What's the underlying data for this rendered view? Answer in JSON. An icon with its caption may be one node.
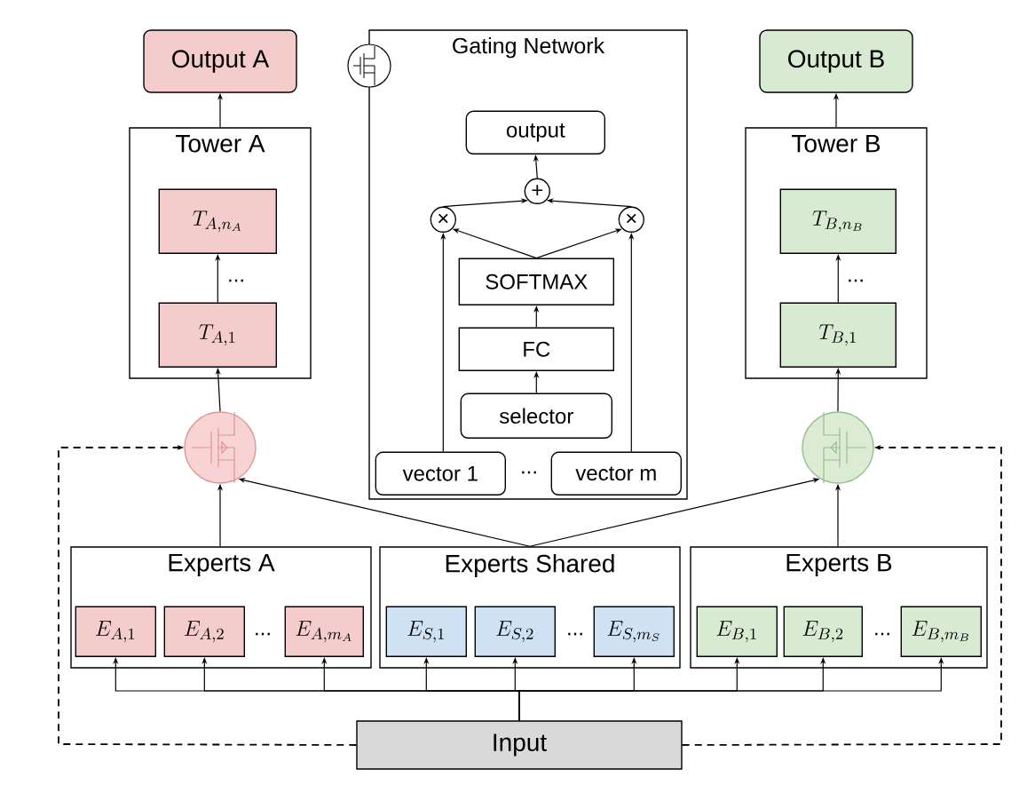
{
  "diagram": {
    "nodes": [
      {
        "text": [
          "Output A"
        ]
      },
      {
        "text": [
          "Tower A"
        ]
      },
      {
        "text": [
          "T_{A,n_A}"
        ],
        "in": 1
      },
      {
        "text": [
          "T_{A,1}"
        ],
        "in": 1
      },
      {
        "text": [],
        "shape": "circle"
      },
      {
        "text": [
          "Gating Network"
        ]
      },
      {
        "text": [
          "output"
        ],
        "in": 5
      },
      {
        "text": [
          "+"
        ],
        "in": 5
      },
      {
        "text": [
          "×"
        ],
        "in": 5
      },
      {
        "text": [
          "×"
        ],
        "in": 5
      },
      {
        "text": [
          "SOFTMAX"
        ],
        "in": 5
      },
      {
        "text": [
          "FC"
        ],
        "in": 5
      },
      {
        "text": [
          "selector"
        ],
        "in": 5
      },
      {
        "text": [
          "vector 1"
        ],
        "in": 5
      },
      {
        "text": [
          "vector m"
        ],
        "in": 5
      },
      {
        "text": [
          "Output B"
        ]
      },
      {
        "text": [
          "Tower B"
        ]
      },
      {
        "text": [
          "T_{B,n_B}"
        ],
        "in": 16
      },
      {
        "text": [
          "T_{B,1}"
        ],
        "in": 16
      },
      {
        "text": [],
        "shape": "circle"
      },
      {
        "text": [
          "Experts A"
        ]
      },
      {
        "text": [
          "E_{A,1}"
        ],
        "in": 20
      },
      {
        "text": [
          "E_{A,2}"
        ],
        "in": 20
      },
      {
        "text": [
          "E_{A,m_A}"
        ],
        "in": 20
      },
      {
        "text": [
          "Experts Shared"
        ]
      },
      {
        "text": [
          "E_{S,1}"
        ],
        "in": 24
      },
      {
        "text": [
          "E_{S,2}"
        ],
        "in": 24
      },
      {
        "text": [
          "E_{S,m_S}"
        ],
        "in": 24
      },
      {
        "text": [
          "Experts B"
        ]
      },
      {
        "text": [
          "E_{B,1}"
        ],
        "in": 28
      },
      {
        "text": [
          "E_{B,2}"
        ],
        "in": 28
      },
      {
        "text": [
          "E_{B,m_B}"
        ],
        "in": 28
      },
      {
        "text": [
          "Input"
        ]
      }
    ],
    "edges": [
      {
        "from": 1,
        "to": 0,
        "arrow": "to"
      },
      {
        "from": 3,
        "to": 2,
        "arrow": "to"
      },
      {
        "from": 4,
        "to": 3,
        "arrow": "to"
      },
      {
        "from": 20,
        "to": 4,
        "arrow": "to"
      },
      {
        "from": 24,
        "to": 4,
        "arrow": "to"
      },
      {
        "from": 32,
        "to": 4,
        "arrow": "to",
        "style": "dashed"
      },
      {
        "from": 7,
        "to": 6,
        "arrow": "to"
      },
      {
        "from": 8,
        "to": 7,
        "arrow": "to"
      },
      {
        "from": 9,
        "to": 7,
        "arrow": "to"
      },
      {
        "from": 10,
        "to": 8,
        "arrow": "to"
      },
      {
        "from": 10,
        "to": 9,
        "arrow": "to"
      },
      {
        "from": 13,
        "to": 8,
        "arrow": "to"
      },
      {
        "from": 14,
        "to": 9,
        "arrow": "to"
      },
      {
        "from": 12,
        "to": 11,
        "arrow": "to"
      },
      {
        "from": 11,
        "to": 10,
        "arrow": "to"
      },
      {
        "from": 16,
        "to": 15,
        "arrow": "to"
      },
      {
        "from": 18,
        "to": 17,
        "arrow": "to"
      },
      {
        "from": 19,
        "to": 18,
        "arrow": "to"
      },
      {
        "from": 28,
        "to": 19,
        "arrow": "to"
      },
      {
        "from": 24,
        "to": 19,
        "arrow": "to"
      },
      {
        "from": 32,
        "to": 19,
        "arrow": "to",
        "style": "dashed"
      },
      {
        "from": 32,
        "to": 21,
        "arrow": "to"
      },
      {
        "from": 32,
        "to": 22,
        "arrow": "to"
      },
      {
        "from": 32,
        "to": 23,
        "arrow": "to"
      },
      {
        "from": 32,
        "to": 25,
        "arrow": "to"
      },
      {
        "from": 32,
        "to": 26,
        "arrow": "to"
      },
      {
        "from": 32,
        "to": 27,
        "arrow": "to"
      },
      {
        "from": 32,
        "to": 29,
        "arrow": "to"
      },
      {
        "from": 32,
        "to": 30,
        "arrow": "to"
      },
      {
        "from": 32,
        "to": 31,
        "arrow": "to"
      }
    ],
    "labels": [
      "...",
      "...",
      "...",
      "...",
      "...",
      "..."
    ]
  }
}
